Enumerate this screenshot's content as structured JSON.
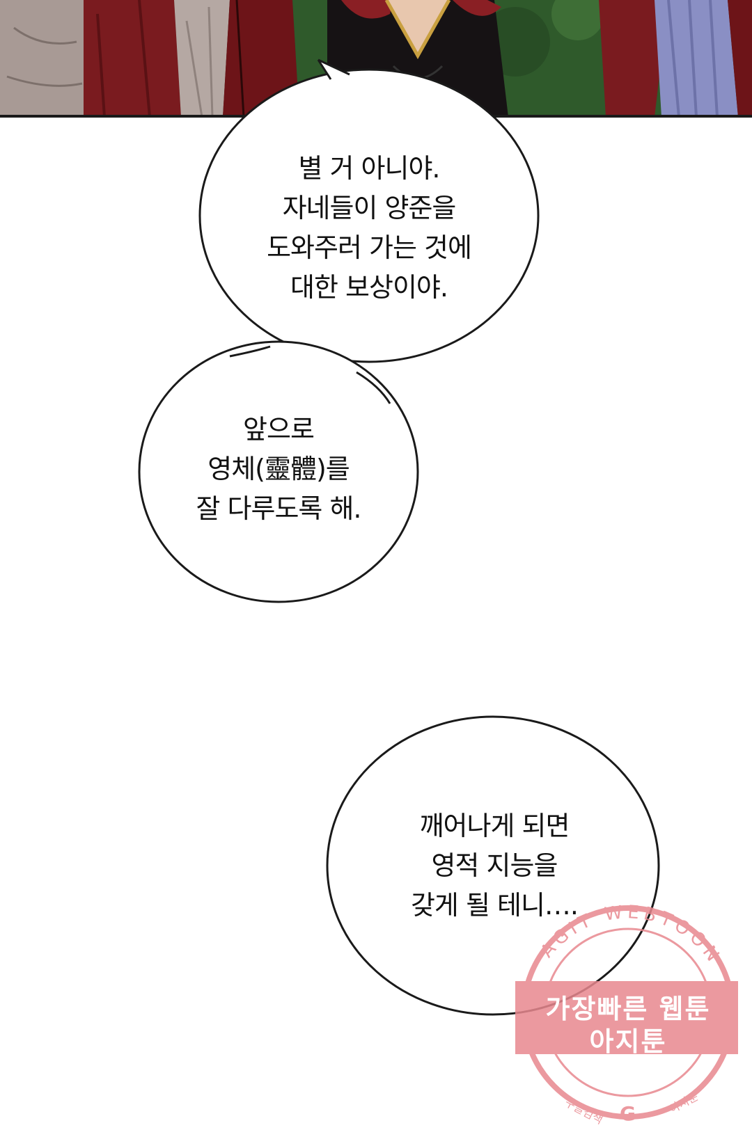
{
  "bubbles": [
    {
      "lines": [
        "별 거 아니야.",
        "자네들이 양준을",
        "도와주러 가는 것에",
        "대한 보상이야."
      ]
    },
    {
      "lines": [
        "앞으로",
        "영체(靈體)를",
        "잘 다루도록 해."
      ]
    },
    {
      "lines": [
        "깨어나게 되면",
        "영적 지능을",
        "갖게 될 테니…."
      ]
    }
  ],
  "watermark": {
    "arc_text": "AGIT WEBTOON",
    "line1": "가장빠른 웹툰",
    "line2": "아지툰",
    "small_left": "구글검색",
    "small_right": "아지툰",
    "logo_letter": "G",
    "color": "#e8888f"
  },
  "colors": {
    "bubble_outline": "#1a1a1a",
    "panel_border": "#1a1a1a",
    "robe_red": "#7a1b1f",
    "robe_grey": "#a89a95",
    "foliage": "#2f5a2b",
    "hair_lavender": "#8a8fc4"
  }
}
